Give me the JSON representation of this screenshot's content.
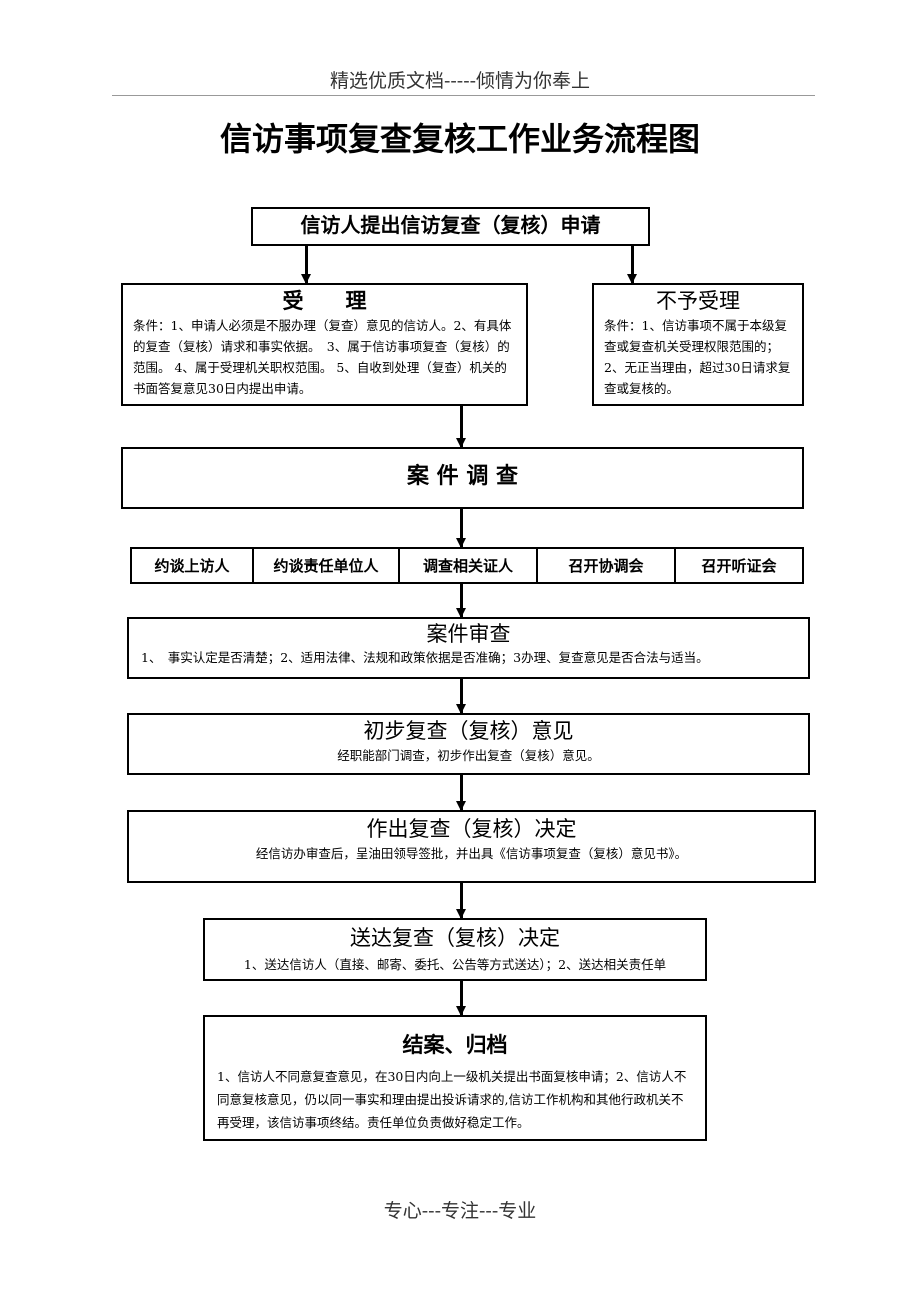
{
  "header": "精选优质文档-----倾情为你奉上",
  "title": "信访事项复查复核工作业务流程图",
  "footer": "专心---专注---专业",
  "steps": {
    "apply": "信访人提出信访复查（复核）申请",
    "accept": {
      "title": "受　　理",
      "text": "条件：1、申请人必须是不服办理（复查）意见的信访人。2、有具体的复查（复核）请求和事实依据。　3、属于信访事项复查（复核）的范围。 4、属于受理机关职权范围。 5、自收到处理（复查）机关的书面答复意见30日内提出申请。"
    },
    "reject": {
      "title": "不予受理",
      "text": "条件：1、信访事项不属于本级复查或复查机关受理权限范围的；2、无正当理由，超过30日请求复查或复核的。"
    },
    "investigate": "案 件 调 查",
    "methods": [
      "约谈上访人",
      "约谈责任单位人",
      "调查相关证人",
      "召开协调会",
      "召开听证会"
    ],
    "review": {
      "title": "案件审查",
      "text": "1、　事实认定是否清楚；2、适用法律、法规和政策依据是否准确；3办理、复查意见是否合法与适当。"
    },
    "preliminary": {
      "title": "初步复查（复核）意见",
      "text": "经职能部门调查，初步作出复查（复核）意见。"
    },
    "decision": {
      "title": "作出复查（复核）决定",
      "text": "经信访办审查后，呈油田领导签批，并出具《信访事项复查（复核）意见书》。"
    },
    "deliver": {
      "title": "送达复查（复核）决定",
      "text": "1、送达信访人（直接、邮寄、委托、公告等方式送达）；2、送达相关责任单"
    },
    "close": {
      "title": "结案、归档",
      "text": "1、信访人不同意复查意见，在30日内向上一级机关提出书面复核申请；2、信访人不同意复核意见，仍以同一事实和理由提出投诉请求的,信访工作机构和其他行政机关不再受理，该信访事项终结。责任单位负责做好稳定工作。"
    }
  }
}
